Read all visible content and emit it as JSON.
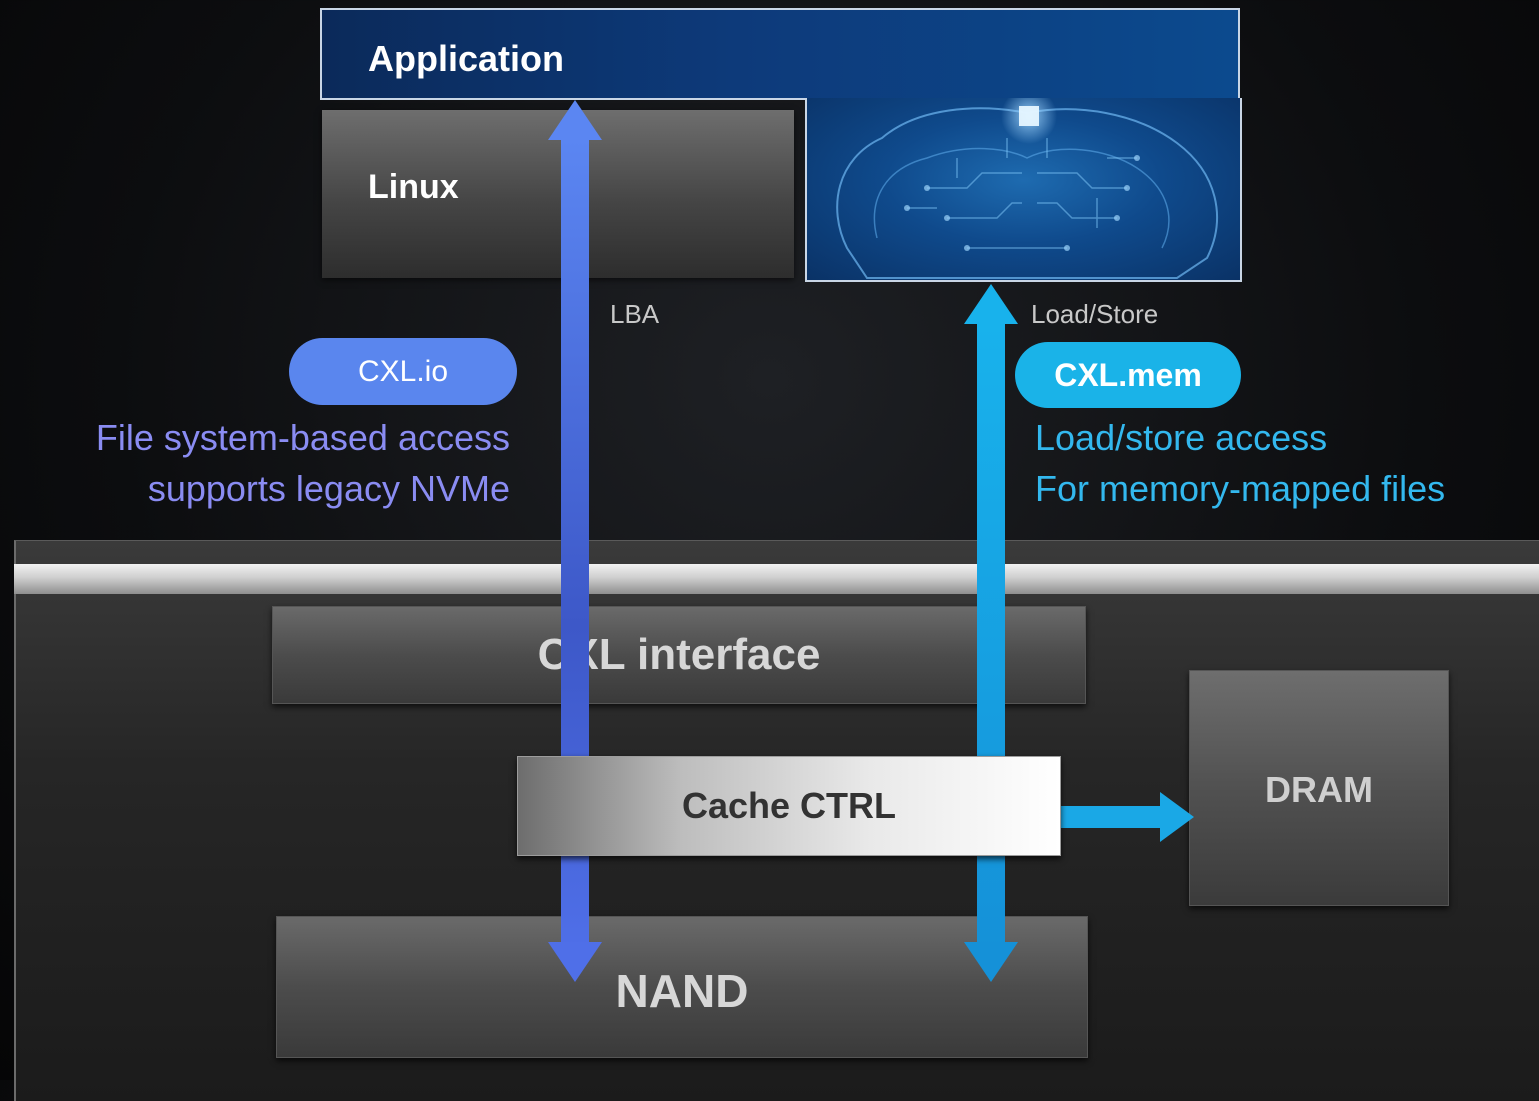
{
  "layers": {
    "application": "Application",
    "linux": "Linux"
  },
  "device": {
    "cxl_interface": "CXL interface",
    "cache_ctrl": "Cache CTRL",
    "nand": "NAND",
    "dram": "DRAM"
  },
  "paths": {
    "io": {
      "arrow_label": "LBA",
      "pill": "CXL.io",
      "description": [
        "File system-based access",
        "supports legacy NVMe"
      ]
    },
    "mem": {
      "arrow_label": "Load/Store",
      "pill": "CXL.mem",
      "description": [
        "Load/store access",
        "For memory-mapped files"
      ]
    }
  },
  "colors": {
    "io_arrow": "#4a6ee8",
    "mem_arrow": "#1aa8e6",
    "io_pill": "#5a86ee",
    "mem_pill": "#1ab3e8",
    "io_text": "#8a8cf2",
    "mem_text": "#33b8ee"
  },
  "icons": {
    "ai_panel": "ai-brain-circuit-illustration"
  }
}
